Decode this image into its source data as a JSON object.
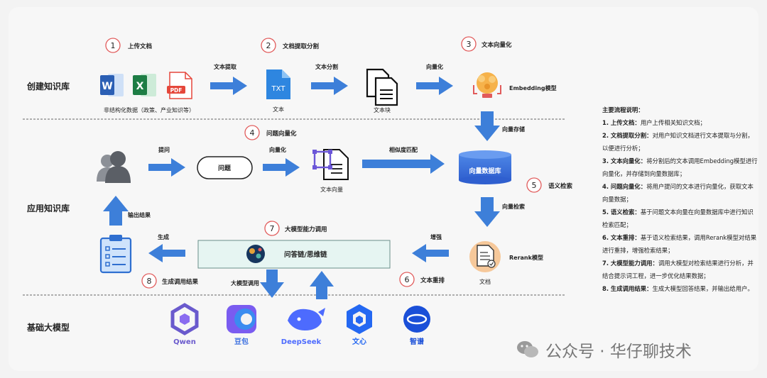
{
  "sections": {
    "create": "创建知识库",
    "apply": "应用知识库",
    "base": "基础大模型"
  },
  "steps": [
    {
      "num": "1",
      "label": "上传文档"
    },
    {
      "num": "2",
      "label": "文档提取分割"
    },
    {
      "num": "3",
      "label": "文本向量化"
    },
    {
      "num": "4",
      "label": "问题向量化"
    },
    {
      "num": "5",
      "label": "语义检索"
    },
    {
      "num": "6",
      "label": "文本重排"
    },
    {
      "num": "7",
      "label": "大模型能力调用"
    },
    {
      "num": "8",
      "label": "生成调用结果"
    }
  ],
  "create_row": {
    "docs_caption": "非结构化数据（政策、产业知识等）",
    "extract_arrow": "文本提取",
    "txt_icon_text": "TXT",
    "text_caption": "文本",
    "split_arrow": "文本分割",
    "chunk_caption": "文本块",
    "vectorize_arrow": "向量化",
    "embedding_caption": "Embedding模型",
    "store_arrow": "向量存储"
  },
  "apply_row": {
    "ask_arrow": "提问",
    "question_label": "问题",
    "vectorize_arrow": "向量化",
    "text_vector_caption": "文本向量",
    "similarity_arrow": "相似度匹配",
    "db_label": "向量数据库",
    "retrieve_arrow": "向量检索",
    "rerank_caption": "Rerank模型",
    "doc_caption": "文档",
    "enhance_arrow": "增强",
    "chain_label": "问答链/思维链",
    "generate_arrow": "生成",
    "output_arrow": "输出结果",
    "llm_call_arrow": "大模型调用"
  },
  "doc_icons": [
    "W",
    "X",
    "PDF"
  ],
  "models": [
    {
      "name": "Qwen",
      "color": "#6a5acd"
    },
    {
      "name": "豆包",
      "color": "#3b6fe0"
    },
    {
      "name": "DeepSeek",
      "color": "#4d6bfe"
    },
    {
      "name": "文心",
      "color": "#2468f2"
    },
    {
      "name": "智谱",
      "color": "#1a4fd8"
    }
  ],
  "notes": {
    "title": "主要流程说明：",
    "items": [
      {
        "head": "1. 上传文档：",
        "body": "用户上传相关知识文档；"
      },
      {
        "head": "2. 文档提取分割：",
        "body": "对用户知识文档进行文本提取与分割，以便进行分析；"
      },
      {
        "head": "3. 文本向量化：",
        "body": "将分割后的文本调用Embedding模型进行向量化，并存储到向量数据库；"
      },
      {
        "head": "4. 问题向量化：",
        "body": "将用户提问的文本进行向量化，获取文本向量数据；"
      },
      {
        "head": "5. 语义检索：",
        "body": "基于问题文本向量在向量数据库中进行知识检索匹配；"
      },
      {
        "head": "6. 文本重排：",
        "body": "基于语义检索结果，调用Rerank模型对结果进行重排，增强检索结果；"
      },
      {
        "head": "7. 大模型能力调用：",
        "body": "调用大模型对检索结果进行分析，并结合提示词工程，进一步优化结果数据；"
      },
      {
        "head": "8. 生成调用结果：",
        "body": "生成大模型回答结果，并输出给用户。"
      }
    ]
  },
  "watermark": "公众号 · 华仔聊技术",
  "colors": {
    "arrow": "#3d7fd9",
    "circle": "#e15b5b",
    "chain_fill": "#e6f5f2"
  }
}
